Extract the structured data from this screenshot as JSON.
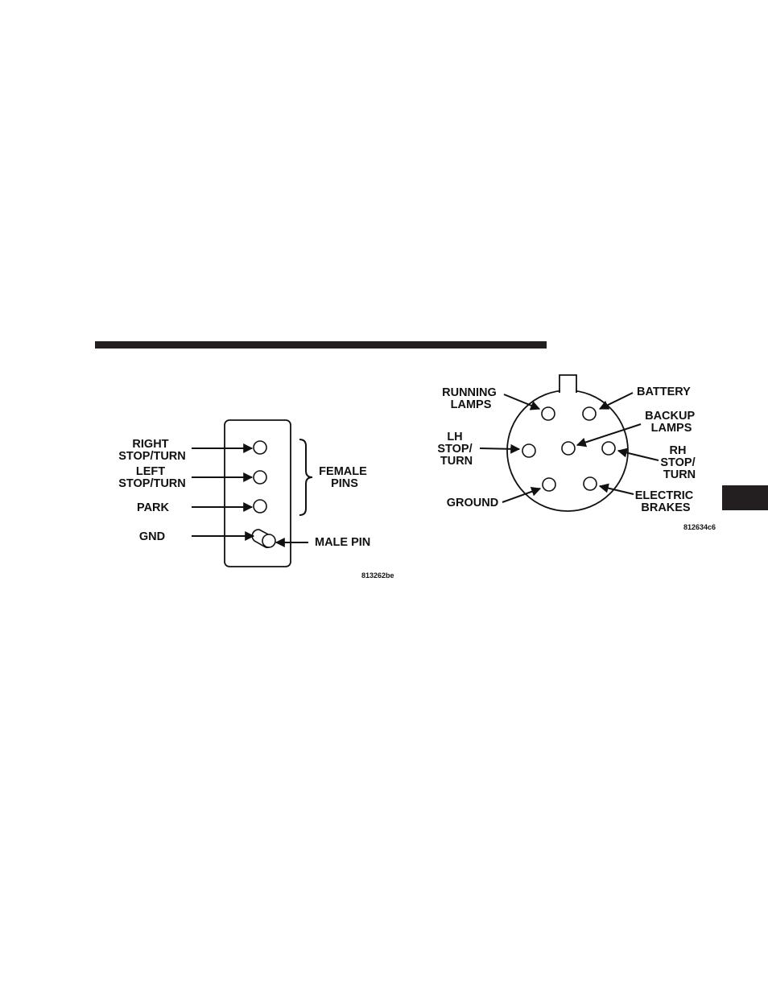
{
  "diagram_4pin": {
    "labels": {
      "right_stop_turn": [
        "RIGHT",
        "STOP/TURN"
      ],
      "left_stop_turn": [
        "LEFT",
        "STOP/TURN"
      ],
      "park": "PARK",
      "gnd": "GND",
      "female_pins": [
        "FEMALE",
        "PINS"
      ],
      "male_pin": "MALE PIN"
    },
    "figure_code": "813262be"
  },
  "diagram_7pin": {
    "labels": {
      "running_lamps": [
        "RUNNING",
        "LAMPS"
      ],
      "battery": "BATTERY",
      "backup_lamps": [
        "BACKUP",
        "LAMPS"
      ],
      "lh_stop_turn": [
        "LH",
        "STOP/",
        "TURN"
      ],
      "rh_stop_turn": [
        "RH",
        "STOP/",
        "TURN"
      ],
      "ground": "GROUND",
      "electric_brakes": [
        "ELECTRIC",
        "BRAKES"
      ]
    },
    "figure_code": "812634c6"
  },
  "colors": {
    "ink": "#231f20",
    "background": "#ffffff"
  }
}
